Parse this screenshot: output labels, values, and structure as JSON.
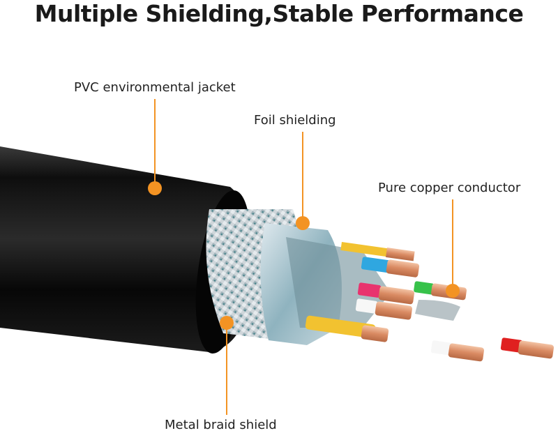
{
  "title": "Multiple Shielding,Stable Performance",
  "accent_color": "#F39323",
  "callouts": [
    {
      "id": "pvc-jacket",
      "label": "PVC environmental jacket"
    },
    {
      "id": "foil-shielding",
      "label": "Foil shielding"
    },
    {
      "id": "copper-conductor",
      "label": "Pure copper conductor"
    },
    {
      "id": "metal-braid",
      "label": "Metal braid shield"
    }
  ],
  "wire_colors": [
    "#F2C230",
    "#2FA7E0",
    "#E8336E",
    "#37C24A",
    "#E02020",
    "#FFFFFF"
  ]
}
